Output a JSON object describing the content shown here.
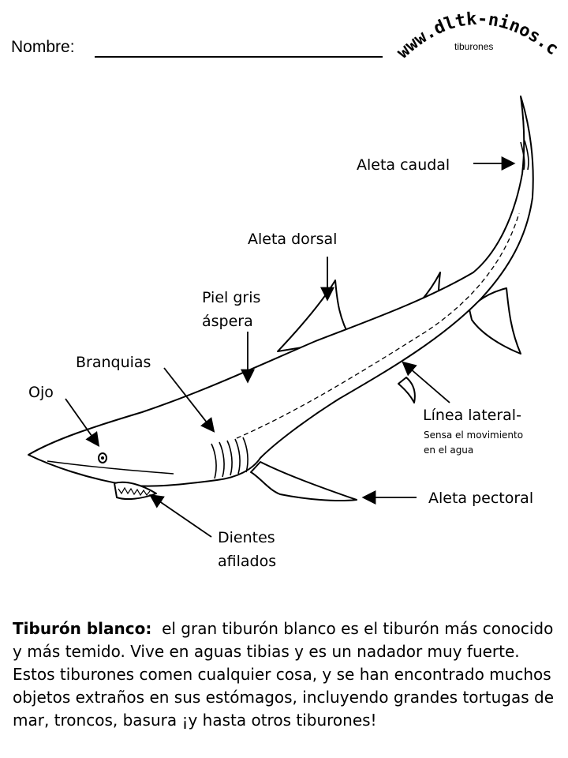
{
  "header": {
    "name_label": "Nombre:",
    "site": "www.dltk-ninos.com",
    "topic": "tiburones"
  },
  "labels": {
    "tail_fin": "Aleta caudal",
    "dorsal_fin": "Aleta dorsal",
    "skin_line1": "Piel gris",
    "skin_line2": "áspera",
    "gills": "Branquias",
    "eye": "Ojo",
    "lateral_line": "Línea lateral-",
    "lateral_desc1": "Sensa el movimiento",
    "lateral_desc2": "en el agua",
    "pectoral_fin": "Aleta pectoral",
    "teeth_line1": "Dientes",
    "teeth_line2": "afilados"
  },
  "description": {
    "title": "Tiburón blanco:",
    "text": "el gran tiburón blanco es el tiburón más conocido y más temido.  Vive en aguas tibias y es un nadador muy fuerte.  Estos tiburones comen cualquier cosa, y se han encontrado muchos objetos extraños en sus estómagos, incluyendo grandes tortugas de mar, troncos, basura ¡y hasta otros tiburones!"
  }
}
